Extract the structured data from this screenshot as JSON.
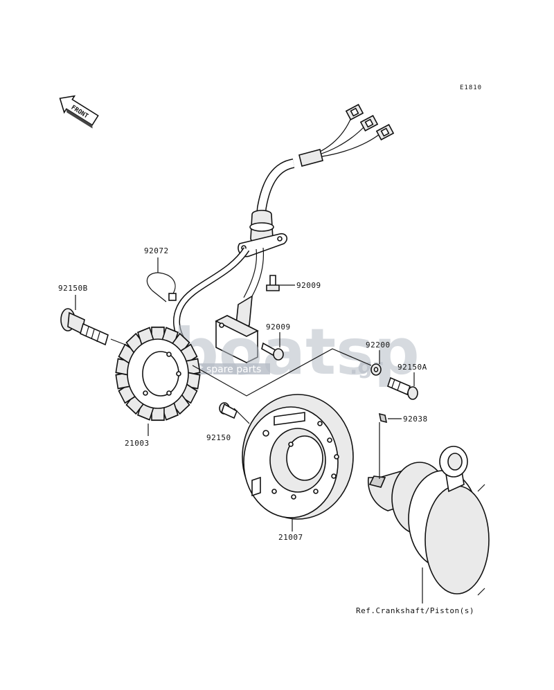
{
  "diagram_code": "E1810",
  "front_label": "FRONT",
  "watermark": {
    "text": "boatsp",
    "subtitle": "boat spare parts",
    "suffix": ".gr"
  },
  "parts": {
    "p92072": "92072",
    "p92150B": "92150B",
    "p92009a": "92009",
    "p92009b": "92009",
    "p92200": "92200",
    "p92150A": "92150A",
    "p92038": "92038",
    "p92150": "92150",
    "p21003": "21003",
    "p21007": "21007"
  },
  "reference": "Ref.Crankshaft/Piston(s)"
}
